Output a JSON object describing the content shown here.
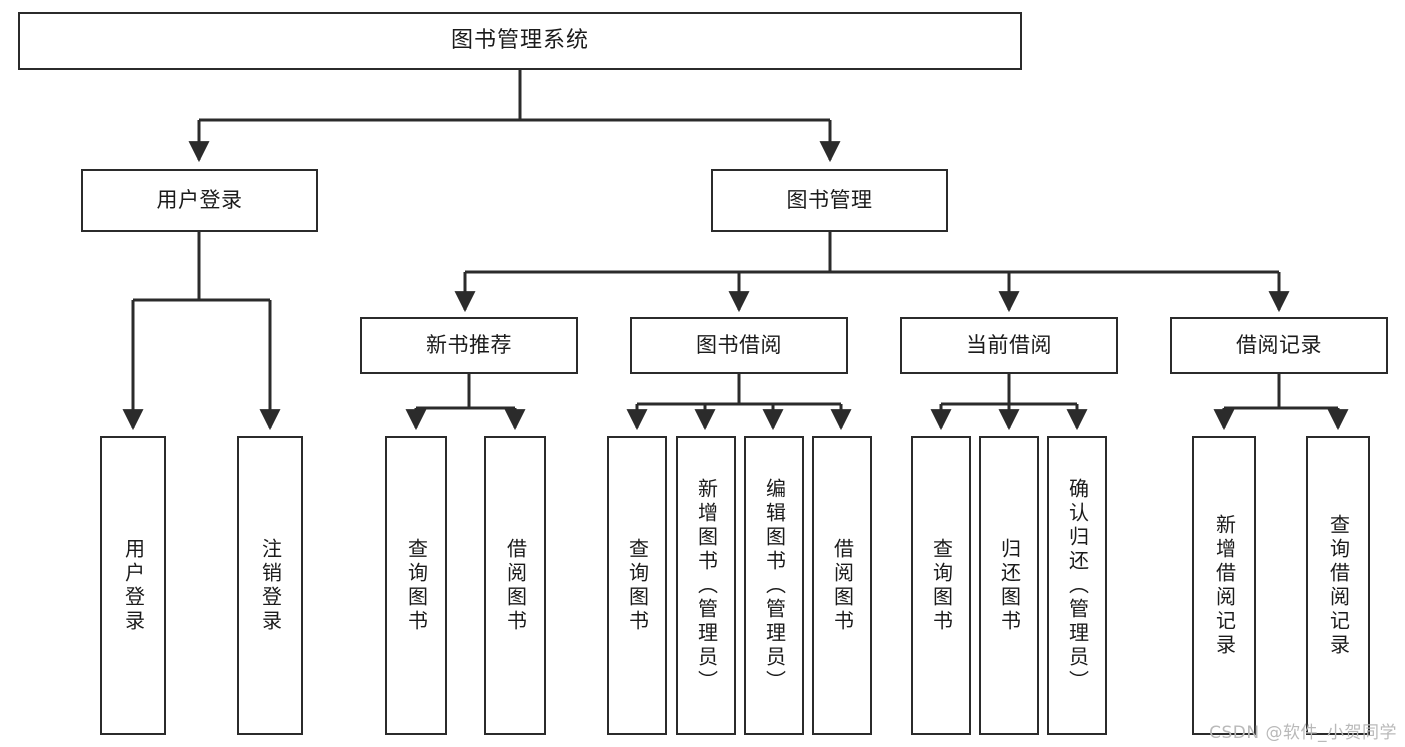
{
  "diagram": {
    "type": "tree",
    "title": "图书管理系统",
    "root": {
      "label": "图书管理系统"
    },
    "level2": [
      {
        "label": "用户登录"
      },
      {
        "label": "图书管理"
      }
    ],
    "level3": [
      {
        "label": "新书推荐"
      },
      {
        "label": "图书借阅"
      },
      {
        "label": "当前借阅"
      },
      {
        "label": "借阅记录"
      }
    ],
    "leaves": {
      "user_login": [
        {
          "label": "用户登录"
        },
        {
          "label": "注销登录"
        }
      ],
      "new_book_recommend": [
        {
          "label": "查询图书"
        },
        {
          "label": "借阅图书"
        }
      ],
      "book_borrow": [
        {
          "label": "查询图书"
        },
        {
          "label": "新增图书（管理员）"
        },
        {
          "label": "编辑图书（管理员）"
        },
        {
          "label": "借阅图书"
        }
      ],
      "current_borrow": [
        {
          "label": "查询图书"
        },
        {
          "label": "归还图书"
        },
        {
          "label": "确认归还（管理员）"
        }
      ],
      "borrow_record": [
        {
          "label": "新增借阅记录"
        },
        {
          "label": "查询借阅记录"
        }
      ]
    }
  },
  "watermark": {
    "text": "CSDN @软件_小贺同学"
  },
  "colors": {
    "stroke": "#2b2b2b",
    "text": "#1b1b1b",
    "background": "#ffffff",
    "watermark": "#b9b9b9"
  }
}
